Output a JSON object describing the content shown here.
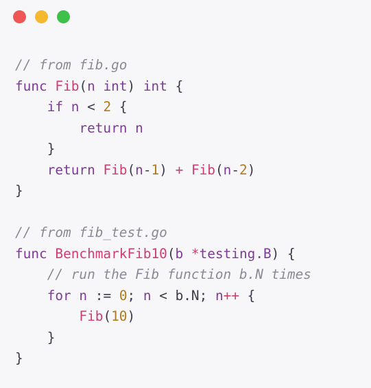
{
  "window": {
    "controls": [
      {
        "name": "close",
        "color": "#f05656"
      },
      {
        "name": "minimize",
        "color": "#f5b82e"
      },
      {
        "name": "maximize",
        "color": "#3fc04b"
      }
    ]
  },
  "colors": {
    "keyword": "#7c3b96",
    "function": "#cf3e6e",
    "number": "#b07a1a",
    "comment": "#8a8a96",
    "text": "#3a3a4a"
  },
  "code": {
    "lines": [
      [
        {
          "text": "// from fib.go",
          "kind": "comment"
        }
      ],
      [
        {
          "text": "func",
          "kind": "keyword"
        },
        {
          "text": " ",
          "kind": "text"
        },
        {
          "text": "Fib",
          "kind": "function"
        },
        {
          "text": "(",
          "kind": "text"
        },
        {
          "text": "n",
          "kind": "keyword"
        },
        {
          "text": " ",
          "kind": "text"
        },
        {
          "text": "int",
          "kind": "keyword"
        },
        {
          "text": ") ",
          "kind": "text"
        },
        {
          "text": "int",
          "kind": "keyword"
        },
        {
          "text": " {",
          "kind": "text"
        }
      ],
      [
        {
          "text": "    ",
          "kind": "text"
        },
        {
          "text": "if",
          "kind": "keyword"
        },
        {
          "text": " ",
          "kind": "text"
        },
        {
          "text": "n",
          "kind": "keyword"
        },
        {
          "text": " < ",
          "kind": "text"
        },
        {
          "text": "2",
          "kind": "number"
        },
        {
          "text": " {",
          "kind": "text"
        }
      ],
      [
        {
          "text": "        ",
          "kind": "text"
        },
        {
          "text": "return",
          "kind": "keyword"
        },
        {
          "text": " ",
          "kind": "text"
        },
        {
          "text": "n",
          "kind": "keyword"
        }
      ],
      [
        {
          "text": "    }",
          "kind": "text"
        }
      ],
      [
        {
          "text": "    ",
          "kind": "text"
        },
        {
          "text": "return",
          "kind": "keyword"
        },
        {
          "text": " ",
          "kind": "text"
        },
        {
          "text": "Fib",
          "kind": "function"
        },
        {
          "text": "(",
          "kind": "text"
        },
        {
          "text": "n",
          "kind": "keyword"
        },
        {
          "text": "-",
          "kind": "text"
        },
        {
          "text": "1",
          "kind": "number"
        },
        {
          "text": ") ",
          "kind": "text"
        },
        {
          "text": "+",
          "kind": "function"
        },
        {
          "text": " ",
          "kind": "text"
        },
        {
          "text": "Fib",
          "kind": "function"
        },
        {
          "text": "(",
          "kind": "text"
        },
        {
          "text": "n",
          "kind": "keyword"
        },
        {
          "text": "-",
          "kind": "text"
        },
        {
          "text": "2",
          "kind": "number"
        },
        {
          "text": ")",
          "kind": "text"
        }
      ],
      [
        {
          "text": "}",
          "kind": "text"
        }
      ],
      [
        {
          "text": "",
          "kind": "text"
        }
      ],
      [
        {
          "text": "// from fib_test.go",
          "kind": "comment"
        }
      ],
      [
        {
          "text": "func",
          "kind": "keyword"
        },
        {
          "text": " ",
          "kind": "text"
        },
        {
          "text": "BenchmarkFib10",
          "kind": "function"
        },
        {
          "text": "(",
          "kind": "text"
        },
        {
          "text": "b",
          "kind": "keyword"
        },
        {
          "text": " ",
          "kind": "text"
        },
        {
          "text": "*",
          "kind": "function"
        },
        {
          "text": "testing.B",
          "kind": "keyword"
        },
        {
          "text": ") {",
          "kind": "text"
        }
      ],
      [
        {
          "text": "    ",
          "kind": "text"
        },
        {
          "text": "// run the Fib function b.N times",
          "kind": "comment"
        }
      ],
      [
        {
          "text": "    ",
          "kind": "text"
        },
        {
          "text": "for",
          "kind": "keyword"
        },
        {
          "text": " ",
          "kind": "text"
        },
        {
          "text": "n",
          "kind": "keyword"
        },
        {
          "text": " := ",
          "kind": "text"
        },
        {
          "text": "0",
          "kind": "number"
        },
        {
          "text": "; ",
          "kind": "text"
        },
        {
          "text": "n",
          "kind": "keyword"
        },
        {
          "text": " < b.N; ",
          "kind": "text"
        },
        {
          "text": "n",
          "kind": "keyword"
        },
        {
          "text": "++",
          "kind": "function"
        },
        {
          "text": " {",
          "kind": "text"
        }
      ],
      [
        {
          "text": "        ",
          "kind": "text"
        },
        {
          "text": "Fib",
          "kind": "function"
        },
        {
          "text": "(",
          "kind": "text"
        },
        {
          "text": "10",
          "kind": "number"
        },
        {
          "text": ")",
          "kind": "text"
        }
      ],
      [
        {
          "text": "    }",
          "kind": "text"
        }
      ],
      [
        {
          "text": "}",
          "kind": "text"
        }
      ]
    ]
  }
}
